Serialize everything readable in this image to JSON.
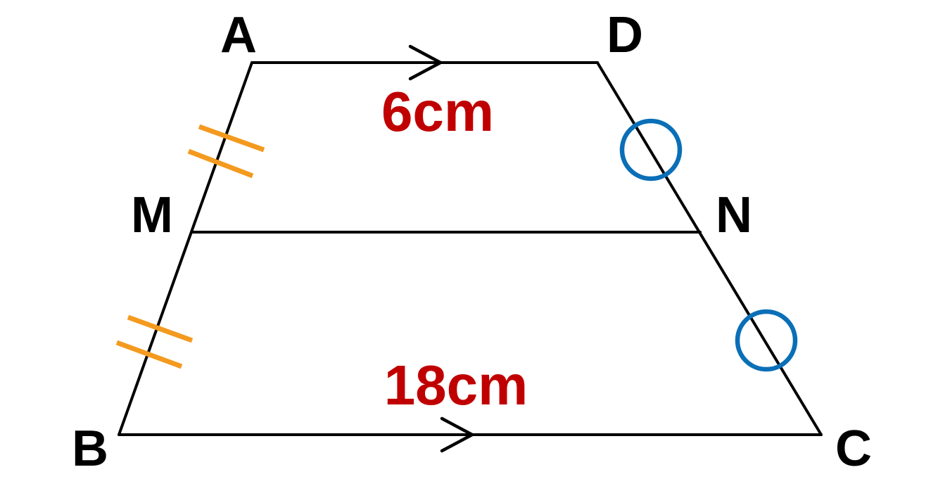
{
  "points": {
    "A": "A",
    "B": "B",
    "C": "C",
    "D": "D",
    "M": "M",
    "N": "N"
  },
  "lengths": {
    "top": "6cm",
    "bottom": "18cm"
  },
  "markers": {
    "parallel": "chevron-arrow",
    "equal_AM_MB": "double-tick",
    "equal_DN_NC": "circle"
  },
  "colors": {
    "lines": "#000000",
    "length_labels": "#c00000",
    "tick_marks": "#f39a1f",
    "circle_marks": "#0a6fb7"
  }
}
